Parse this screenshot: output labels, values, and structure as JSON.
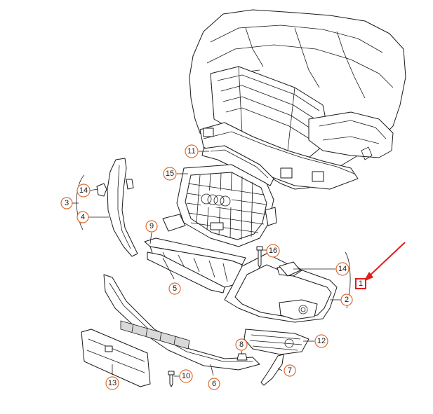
{
  "diagram": {
    "accent_color": "#e06a2c",
    "highlight_color": "#e01e1e",
    "callouts": [
      {
        "id": "c1",
        "label": "1"
      },
      {
        "id": "c2",
        "label": "2"
      },
      {
        "id": "c3",
        "label": "3"
      },
      {
        "id": "c4",
        "label": "4"
      },
      {
        "id": "c5",
        "label": "5"
      },
      {
        "id": "c6",
        "label": "6"
      },
      {
        "id": "c7",
        "label": "7"
      },
      {
        "id": "c8",
        "label": "8"
      },
      {
        "id": "c9",
        "label": "9"
      },
      {
        "id": "c10",
        "label": "10"
      },
      {
        "id": "c11",
        "label": "11"
      },
      {
        "id": "c12",
        "label": "12"
      },
      {
        "id": "c13",
        "label": "13"
      },
      {
        "id": "c14a",
        "label": "14"
      },
      {
        "id": "c14b",
        "label": "14"
      },
      {
        "id": "c15",
        "label": "15"
      },
      {
        "id": "c16",
        "label": "16"
      }
    ]
  }
}
